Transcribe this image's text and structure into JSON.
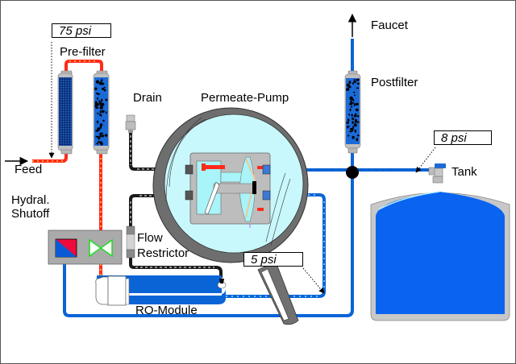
{
  "title": "RO water system with permeate pump",
  "labels": {
    "feed": "Feed",
    "prefilter": "Pre-filter",
    "drain": "Drain",
    "permeate_pump": "Permeate-Pump",
    "faucet": "Faucet",
    "postfilter": "Postfilter",
    "tank": "Tank",
    "hydral_shutoff_line1": "Hydral.",
    "hydral_shutoff_line2": "Shutoff",
    "flow_restrictor_line1": "Flow",
    "flow_restrictor_line2": "Restrictor",
    "ro_module": "RO-Module"
  },
  "pressures": {
    "feed_pressure": "75 psi",
    "tank_pressure": "8 psi",
    "pump_return_pressure": "5 psi"
  },
  "colors": {
    "feed_line": "#ff2a1a",
    "feed_dots": "#ffe84a",
    "permeate_line": "#0a64d6",
    "brine_line": "#1a1a1a",
    "tank_water": "#0a64f0",
    "tank_shell": "#c8c8c8",
    "pump_glass": "#c8f8fc",
    "pump_ring": "#6e6e6e",
    "valve_green": "#22dd22",
    "shutoff_red": "#ee0a3c",
    "shutoff_blue": "#0a5ad6"
  }
}
